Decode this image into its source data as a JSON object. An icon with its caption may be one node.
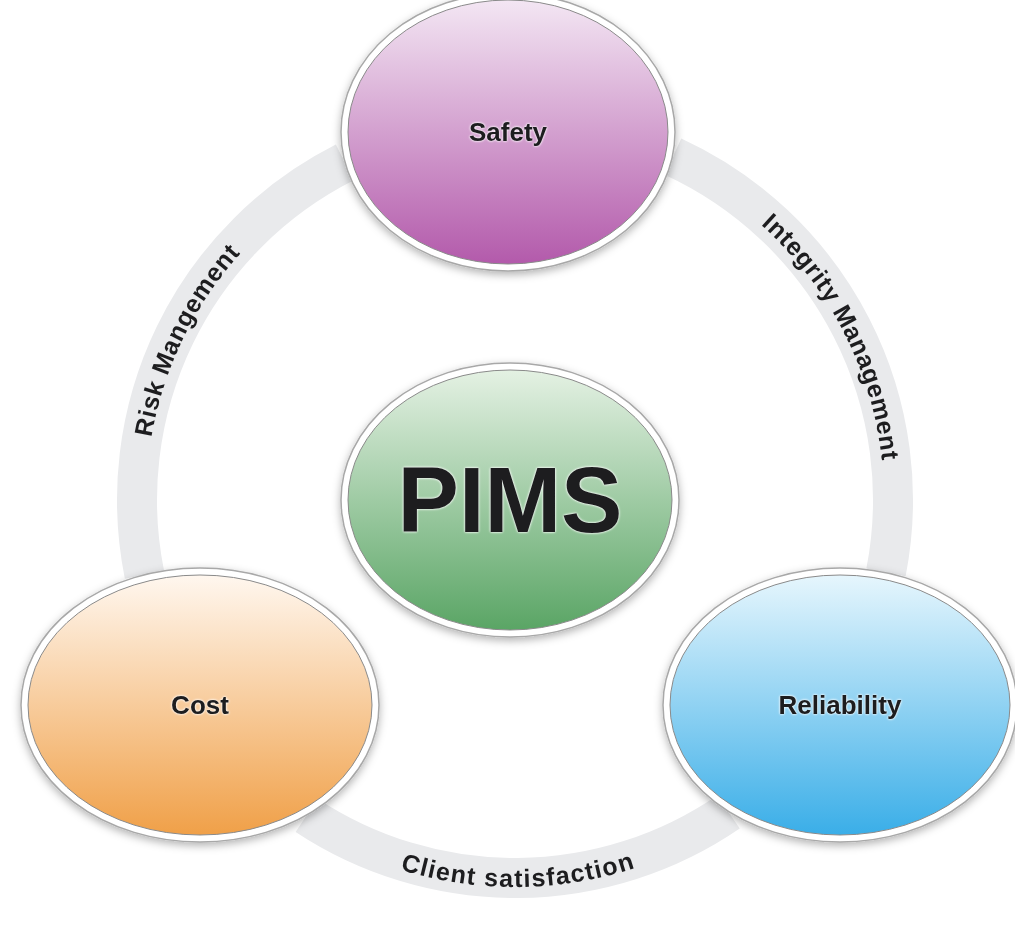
{
  "diagram": {
    "nodes": [
      {
        "text": [
          "Safety"
        ]
      },
      {
        "text": [
          "PIMS"
        ]
      },
      {
        "text": [
          "Cost"
        ]
      },
      {
        "text": [
          "Reliability"
        ]
      }
    ],
    "edges": [
      {
        "from": 2,
        "to": 0,
        "arrow": "none",
        "label": "Risk Mangement"
      },
      {
        "from": 0,
        "to": 3,
        "arrow": "none",
        "label": "Integrity Management"
      },
      {
        "from": 2,
        "to": 3,
        "arrow": "none",
        "label": "Client satisfaction"
      }
    ]
  }
}
